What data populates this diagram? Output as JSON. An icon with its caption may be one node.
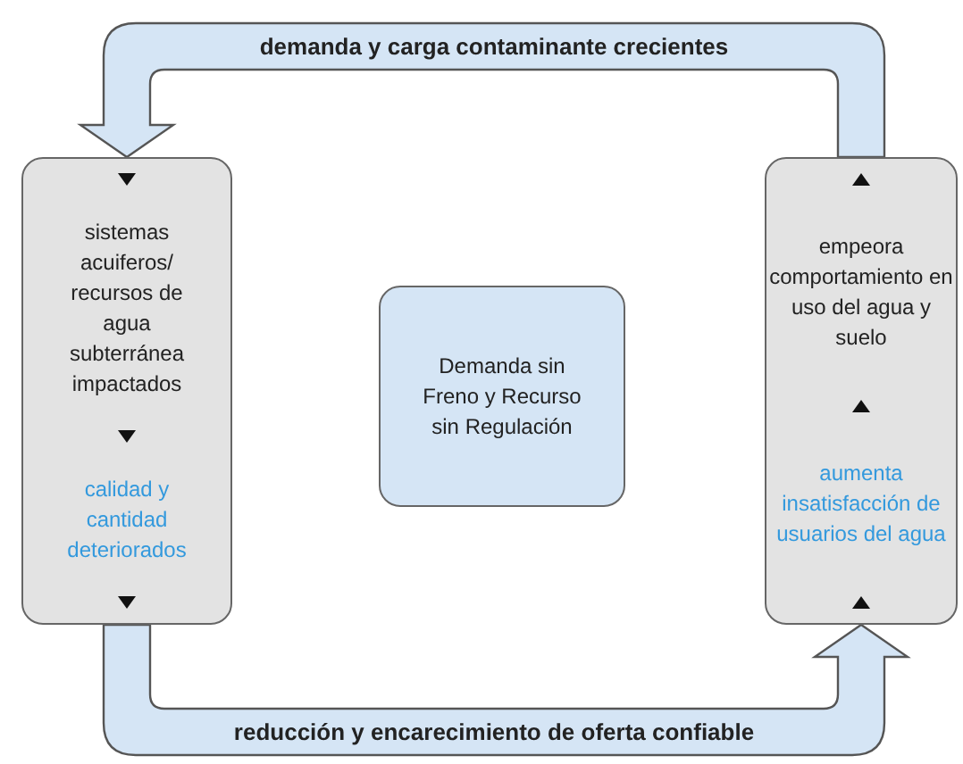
{
  "diagram": {
    "nodes": [
      {
        "text": [
          "sistemas acuiferos/ recursos de agua subterránea impactados",
          "calidad y cantidad deteriorados"
        ]
      },
      {
        "text": [
          "Demanda sin Freno y Recurso sin Regulación"
        ]
      },
      {
        "text": [
          "empeora comportamiento en uso del agua y suelo",
          "aumenta insatisfacción de usuarios del agua"
        ]
      }
    ],
    "edges": [
      {
        "from": 2,
        "to": 0,
        "arrow": "to",
        "label": "demanda y carga contaminante crecientes",
        "style": "thick"
      },
      {
        "from": 0,
        "to": 2,
        "arrow": "to",
        "label": "reducción y encarecimiento de oferta confiable",
        "style": "thick"
      }
    ]
  }
}
